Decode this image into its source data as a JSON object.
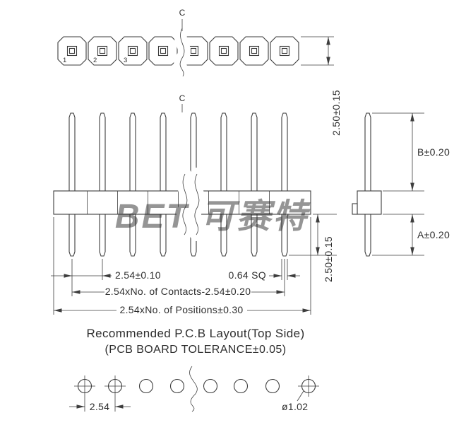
{
  "watermark": {
    "text": "BET 可赛特",
    "color": "#a9cbe3"
  },
  "top_view": {
    "centerline_label": "C",
    "pad_numbers": [
      "1",
      "2",
      "3"
    ],
    "height_dim": "2.50±0.15"
  },
  "front_view": {
    "centerline_label": "C",
    "tail_dim": "2.50±0.15",
    "pitch_dim": "2.54±0.10",
    "pin_square_dim": "0.64 SQ",
    "contacts_dim": "2.54xNo. of Contacts-2.54±0.20",
    "positions_dim": "2.54xNo. of Positions±0.30"
  },
  "side_view": {
    "above_dim": "B±0.20",
    "below_dim": "A±0.20"
  },
  "pcb_layout": {
    "title": "Recommended P.C.B Layout(Top Side)",
    "subtitle": "(PCB BOARD TOLERANCE±0.05)",
    "pitch_dim": "2.54",
    "hole_dim": "ø1.02"
  }
}
